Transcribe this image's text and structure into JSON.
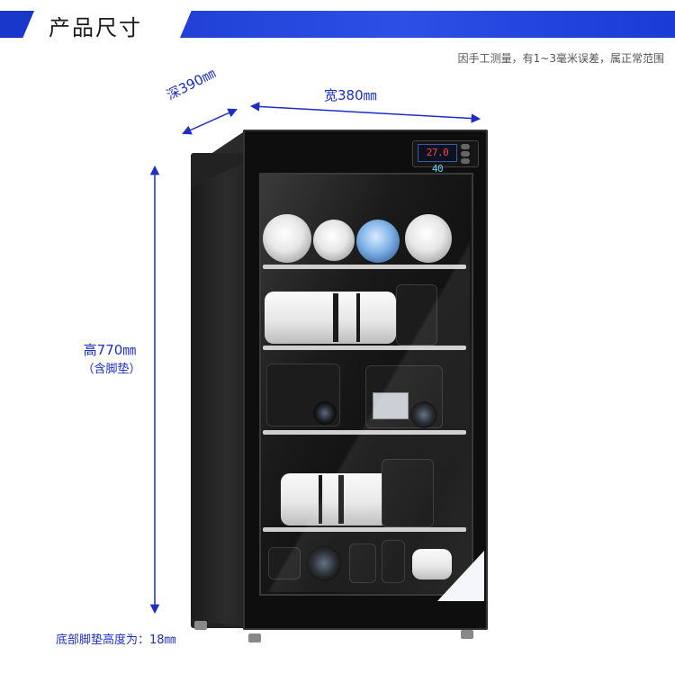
{
  "header": {
    "title": "产品尺寸"
  },
  "note": "因手工测量，有1~3毫米误差，属正常范围",
  "dimensions": {
    "depth": "深390㎜",
    "width": "宽380㎜",
    "height": "高770㎜",
    "height_note": "（含脚垫）",
    "foot_pad": "底部脚垫高度为：18㎜"
  },
  "display": {
    "temperature": "27.0",
    "humidity": "40"
  },
  "colors": {
    "accent": "#1d2ec5",
    "banner": "#2d4fe6",
    "cabinet": "#1a1a1a"
  }
}
